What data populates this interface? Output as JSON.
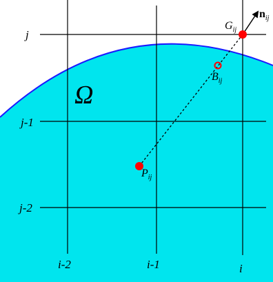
{
  "diagram": {
    "region_label": "Ω",
    "rows": [
      {
        "id": "row-j",
        "label": "j"
      },
      {
        "id": "row-j-1",
        "label": "j-1"
      },
      {
        "id": "row-j-2",
        "label": "j-2"
      }
    ],
    "columns": [
      {
        "id": "col-i-2",
        "label": "i-2"
      },
      {
        "id": "col-i-1",
        "label": "i-1"
      },
      {
        "id": "col-i",
        "label": "i"
      }
    ],
    "points": {
      "ghost": {
        "base": "G",
        "sub": "ij"
      },
      "boundary": {
        "base": "B",
        "sub": "ij"
      },
      "image": {
        "base": "P",
        "sub": "ij"
      }
    },
    "normal": {
      "base": "n",
      "sub": "ij"
    },
    "colors": {
      "region_fill": "#00e5ee",
      "boundary_curve": "#1a1aff",
      "point": "#ff0000",
      "grid": "#000000"
    }
  }
}
